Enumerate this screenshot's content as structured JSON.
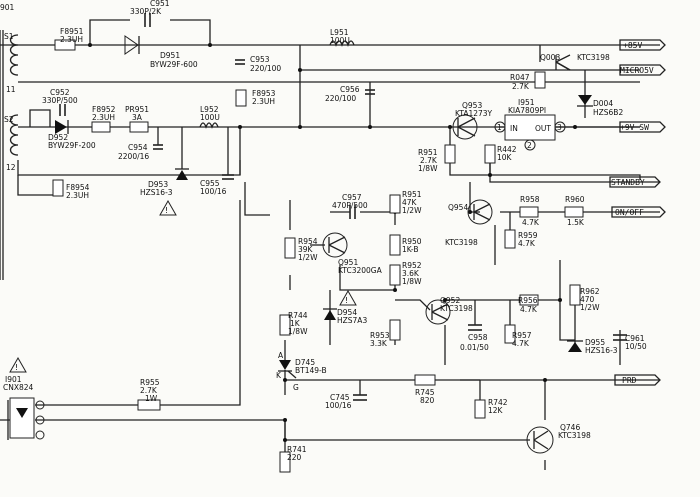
{
  "partial_tl": "901",
  "transformer": {
    "s1": "S1",
    "s2": "S2",
    "p11": "11",
    "p12": "12"
  },
  "components": {
    "c951": [
      "C951",
      "330P/2K"
    ],
    "d951": [
      "D951",
      "BYW29F-600"
    ],
    "f8951": [
      "F8951",
      "2.3UH"
    ],
    "l951": [
      "L951",
      "100U"
    ],
    "c953": [
      "C953",
      "220/100"
    ],
    "f8953": [
      "F8953",
      "2.3UH"
    ],
    "c956": [
      "C956",
      "220/100"
    ],
    "q003": [
      "Q003",
      "KTC3198"
    ],
    "r047": [
      "R047",
      "2.7K"
    ],
    "d004": [
      "D004",
      "HZS6B2"
    ],
    "c952": [
      "C952",
      "330P/500"
    ],
    "d952": [
      "D952",
      "BYW29F-200"
    ],
    "f8952": [
      "F8952",
      "2.3UH"
    ],
    "pr951": [
      "PR951",
      "3A"
    ],
    "l952": [
      "L952",
      "100U"
    ],
    "c954": [
      "C954",
      "2200/16"
    ],
    "d953": [
      "D953",
      "HZS16-3"
    ],
    "c955": [
      "C955",
      "100/16"
    ],
    "f8954": [
      "F8954",
      "2.3UH"
    ],
    "q953": [
      "Q953",
      "KTA1273Y"
    ],
    "i951": [
      "I951",
      "KIA7809PI"
    ],
    "r951": [
      "R951",
      "2.7K",
      "1/8W"
    ],
    "r442": [
      "R442",
      "10K"
    ],
    "q954": [
      "Q954",
      "KTC3198"
    ],
    "r958": [
      "R958",
      "4.7K"
    ],
    "r960": [
      "R960",
      "1.5K"
    ],
    "r959": [
      "R959",
      "4.7K"
    ],
    "c957": [
      "C957",
      "470P/500"
    ],
    "r951b": [
      "R951",
      "47K",
      "1/2W"
    ],
    "r954": [
      "R954",
      "39K",
      "1/2W"
    ],
    "q951": [
      "Q951",
      "KTC3200GA"
    ],
    "r950": [
      "R950",
      "1K-B"
    ],
    "r952": [
      "R952",
      "3.6K",
      "1/8W"
    ],
    "d954": [
      "D954",
      "HZS7A3"
    ],
    "r953": [
      "R953",
      "3.3K"
    ],
    "q952": [
      "Q952",
      "KTC3198"
    ],
    "r956": [
      "R956",
      "4.7K"
    ],
    "c958": [
      "C958",
      "0.01/50"
    ],
    "r957": [
      "R957",
      "4.7K"
    ],
    "r962": [
      "R962",
      "470",
      "1/2W"
    ],
    "d955": [
      "D955",
      "HZS16-3"
    ],
    "c961": [
      "C961",
      "10/50"
    ],
    "r744": [
      "R744",
      "1K",
      "1/8W"
    ],
    "d745": [
      "D745",
      "BT149-B"
    ],
    "i901": [
      "I901",
      "CNX824"
    ],
    "r955": [
      "R955",
      "2.7K",
      "1W"
    ],
    "c745": [
      "C745",
      "100/16"
    ],
    "r745": [
      "R745",
      "820"
    ],
    "r742": [
      "R742",
      "12K"
    ],
    "q746": [
      "Q746",
      "KTC3198"
    ],
    "r741": [
      "R741",
      "220"
    ]
  },
  "pins": {
    "in": "IN",
    "out": "OUT",
    "p1": "1",
    "p2": "2",
    "p3": "3",
    "anode": "A",
    "kathode": "K",
    "gate": "G"
  },
  "rails": {
    "p85v": "+85V",
    "micro5v": "MICRO5V",
    "p9v_sw": "+9V_SW",
    "standby": "STANDBY",
    "on_off": "ON/OFF",
    "prd": "PRD"
  },
  "warning_symbol": "!"
}
